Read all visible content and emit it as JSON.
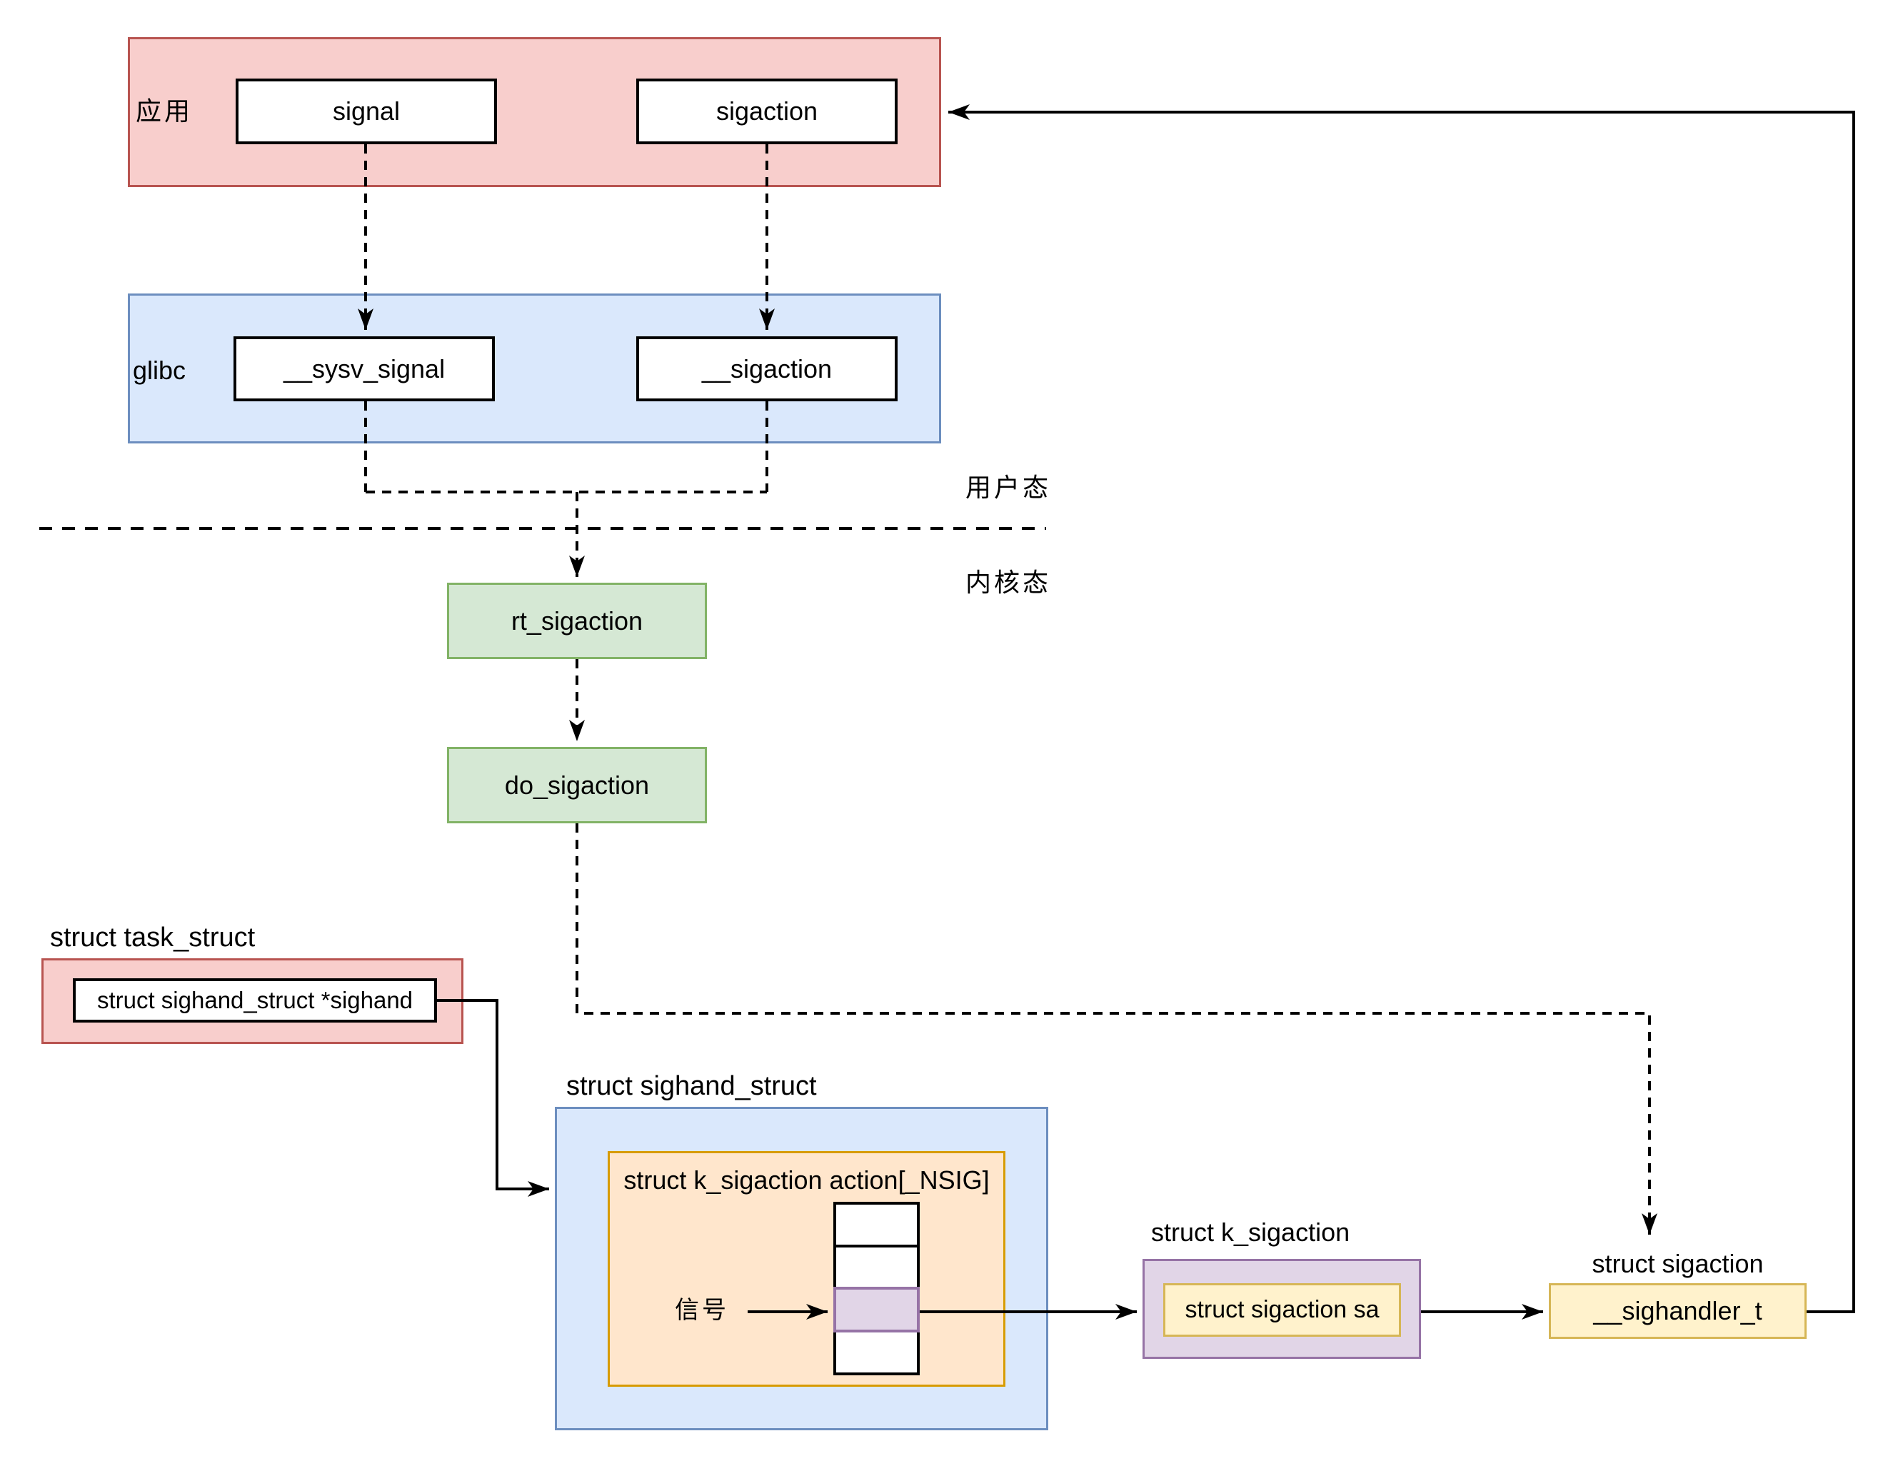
{
  "palette": {
    "red": {
      "fill": "#f8cecc",
      "stroke": "#b85450"
    },
    "blue": {
      "fill": "#dae8fc",
      "stroke": "#6c8ebf"
    },
    "green": {
      "fill": "#d5e8d4",
      "stroke": "#82b366"
    },
    "orange": {
      "fill": "#ffe6cc",
      "stroke": "#d79b00"
    },
    "purple": {
      "fill": "#e1d5e7",
      "stroke": "#9673a6"
    },
    "yellow": {
      "fill": "#fff2cc",
      "stroke": "#d6b656"
    }
  },
  "app_layer": {
    "label": "应用",
    "functions": [
      {
        "label": "signal"
      },
      {
        "label": "sigaction"
      }
    ]
  },
  "glibc_layer": {
    "label": "glibc",
    "functions": [
      {
        "label": "__sysv_signal"
      },
      {
        "label": "__sigaction"
      }
    ]
  },
  "boundary": {
    "user_mode": "用户态",
    "kernel_mode": "内核态"
  },
  "kernel": {
    "syscall_entry": "rt_sigaction",
    "do_sigaction": "do_sigaction"
  },
  "task_struct": {
    "title": "struct task_struct",
    "field": "struct sighand_struct *sighand"
  },
  "sighand_struct": {
    "title": "struct sighand_struct",
    "array_title": "struct k_sigaction action[_NSIG]",
    "signal_label": "信号",
    "array_cell_count": 4,
    "highlighted_cell_index": 2
  },
  "k_sigaction": {
    "title": "struct k_sigaction",
    "field": "struct sigaction sa"
  },
  "sigaction_struct": {
    "title": "struct sigaction",
    "field": "__sighandler_t"
  }
}
